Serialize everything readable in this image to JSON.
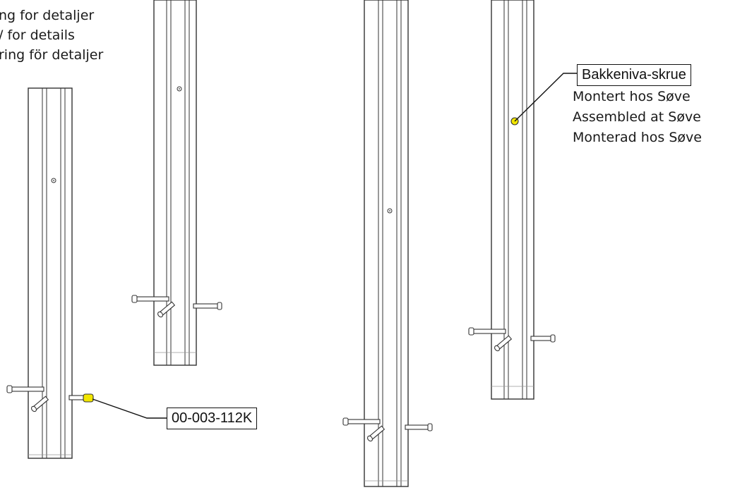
{
  "top_note": {
    "lines": [
      "ng for detaljer",
      "/ for details",
      "ring för detaljer"
    ]
  },
  "callouts": {
    "part_number": "00-003-112K",
    "ground_screw": "Bakkeniva-skrue"
  },
  "assembly_note": {
    "lines": [
      "Montert hos Søve",
      "Assembled at Søve",
      "Monterad hos Søve"
    ]
  },
  "colors": {
    "highlight": "#f2e600",
    "line": "#2a2a2a",
    "post_fill": "#ffffff"
  }
}
